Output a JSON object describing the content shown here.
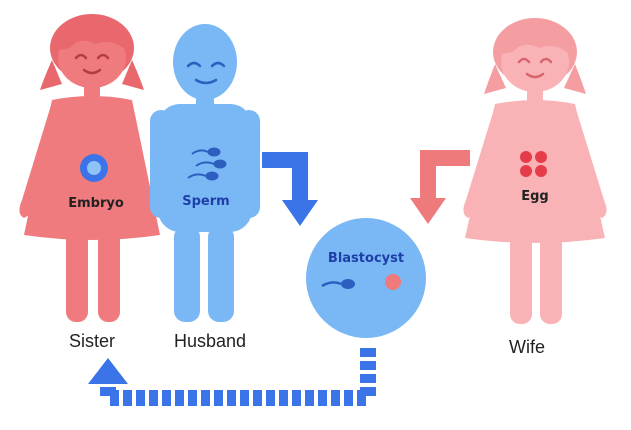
{
  "people": {
    "sister": {
      "name": "Sister",
      "inner_label": "Embryo"
    },
    "husband": {
      "name": "Husband",
      "inner_label": "Sperm"
    },
    "wife": {
      "name": "Wife",
      "inner_label": "Egg"
    }
  },
  "blastocyst": {
    "label": "Blastocyst"
  },
  "icons": {
    "sister": "woman-figure-icon",
    "husband": "man-figure-icon",
    "wife": "woman-figure-icon",
    "sperm": "sperm-icon",
    "egg": "egg-cells-icon",
    "embryo": "embryo-icon",
    "blastocyst": "blastocyst-circle-icon"
  },
  "colors": {
    "sister": "#f07b7f",
    "husband": "#7ab8f5",
    "wife": "#f9b3b6",
    "arrow_blue": "#3a74e8",
    "arrow_red": "#ef7a7c",
    "egg": "#e63c4a",
    "blastocyst": "#7ab8f5"
  }
}
